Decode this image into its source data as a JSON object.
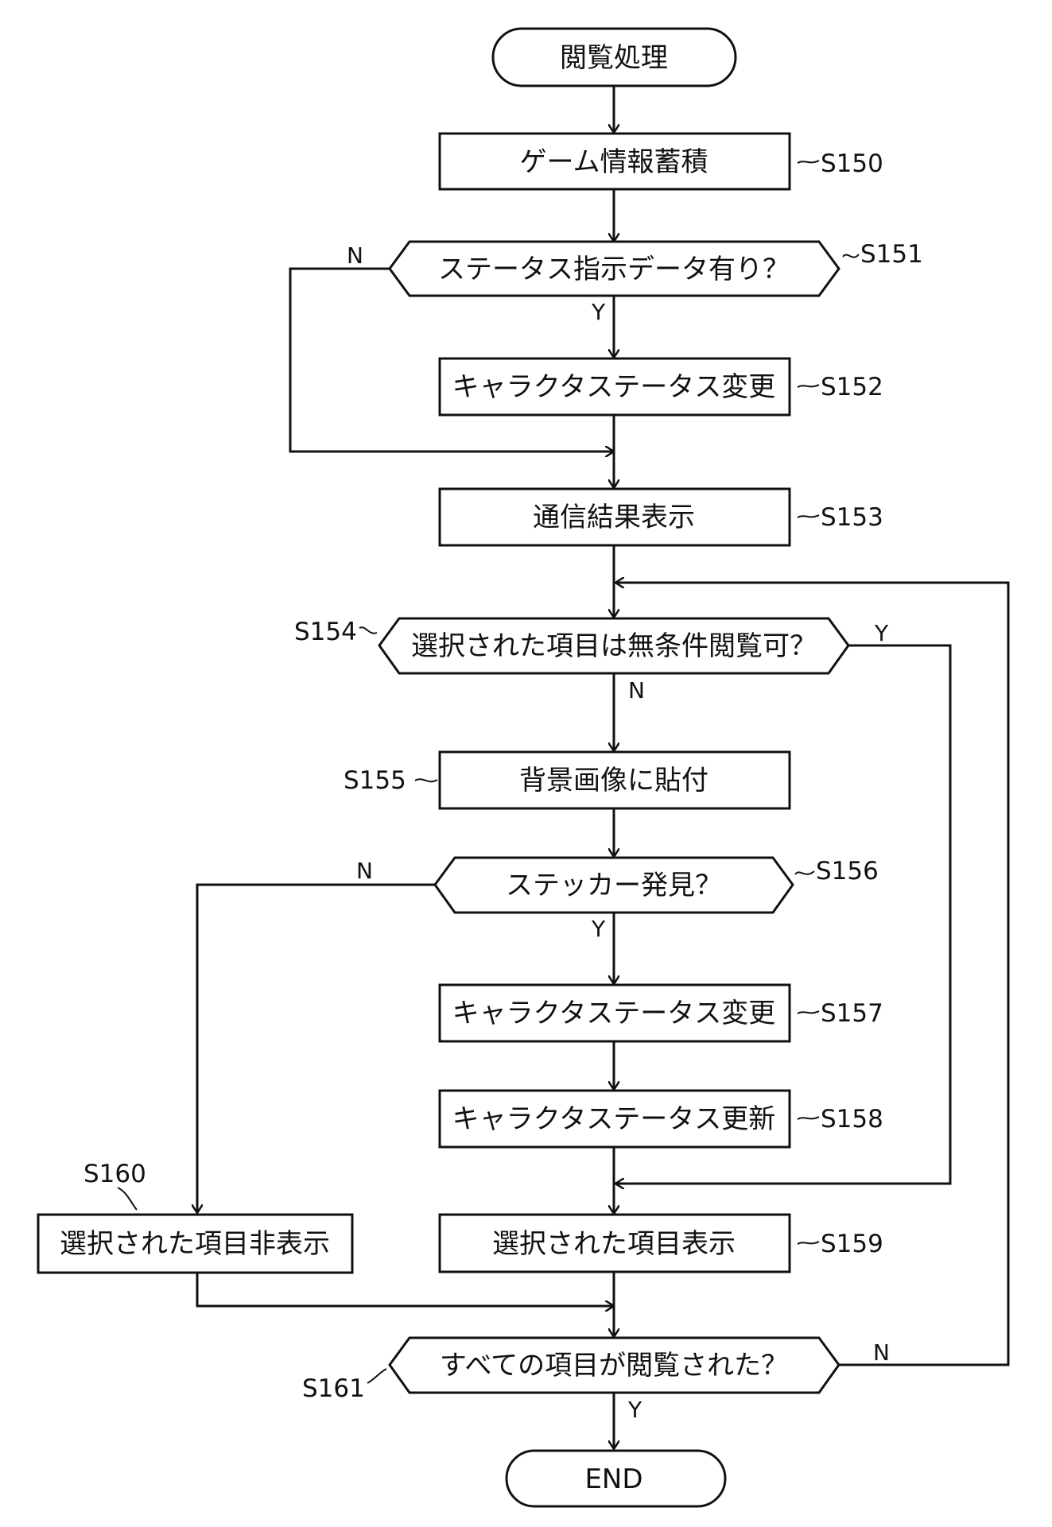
{
  "flowchart": {
    "start": "閲覧処理",
    "end": "END",
    "steps": {
      "s150": {
        "label": "S150",
        "text": "ゲーム情報蓄積"
      },
      "s151": {
        "label": "S151",
        "text": "ステータス指示データ有り？"
      },
      "s152": {
        "label": "S152",
        "text": "キャラクタステータス変更"
      },
      "s153": {
        "label": "S153",
        "text": "通信結果表示"
      },
      "s154": {
        "label": "S154",
        "text": "選択された項目は無条件閲覧可？"
      },
      "s155": {
        "label": "S155",
        "text": "背景画像に貼付"
      },
      "s156": {
        "label": "S156",
        "text": "ステッカー発見？"
      },
      "s157": {
        "label": "S157",
        "text": "キャラクタステータス変更"
      },
      "s158": {
        "label": "S158",
        "text": "キャラクタステータス更新"
      },
      "s159": {
        "label": "S159",
        "text": "選択された項目表示"
      },
      "s160": {
        "label": "S160",
        "text": "選択された項目非表示"
      },
      "s161": {
        "label": "S161",
        "text": "すべての項目が閲覧された？"
      }
    },
    "branches": {
      "yes": "Y",
      "no": "N"
    }
  }
}
